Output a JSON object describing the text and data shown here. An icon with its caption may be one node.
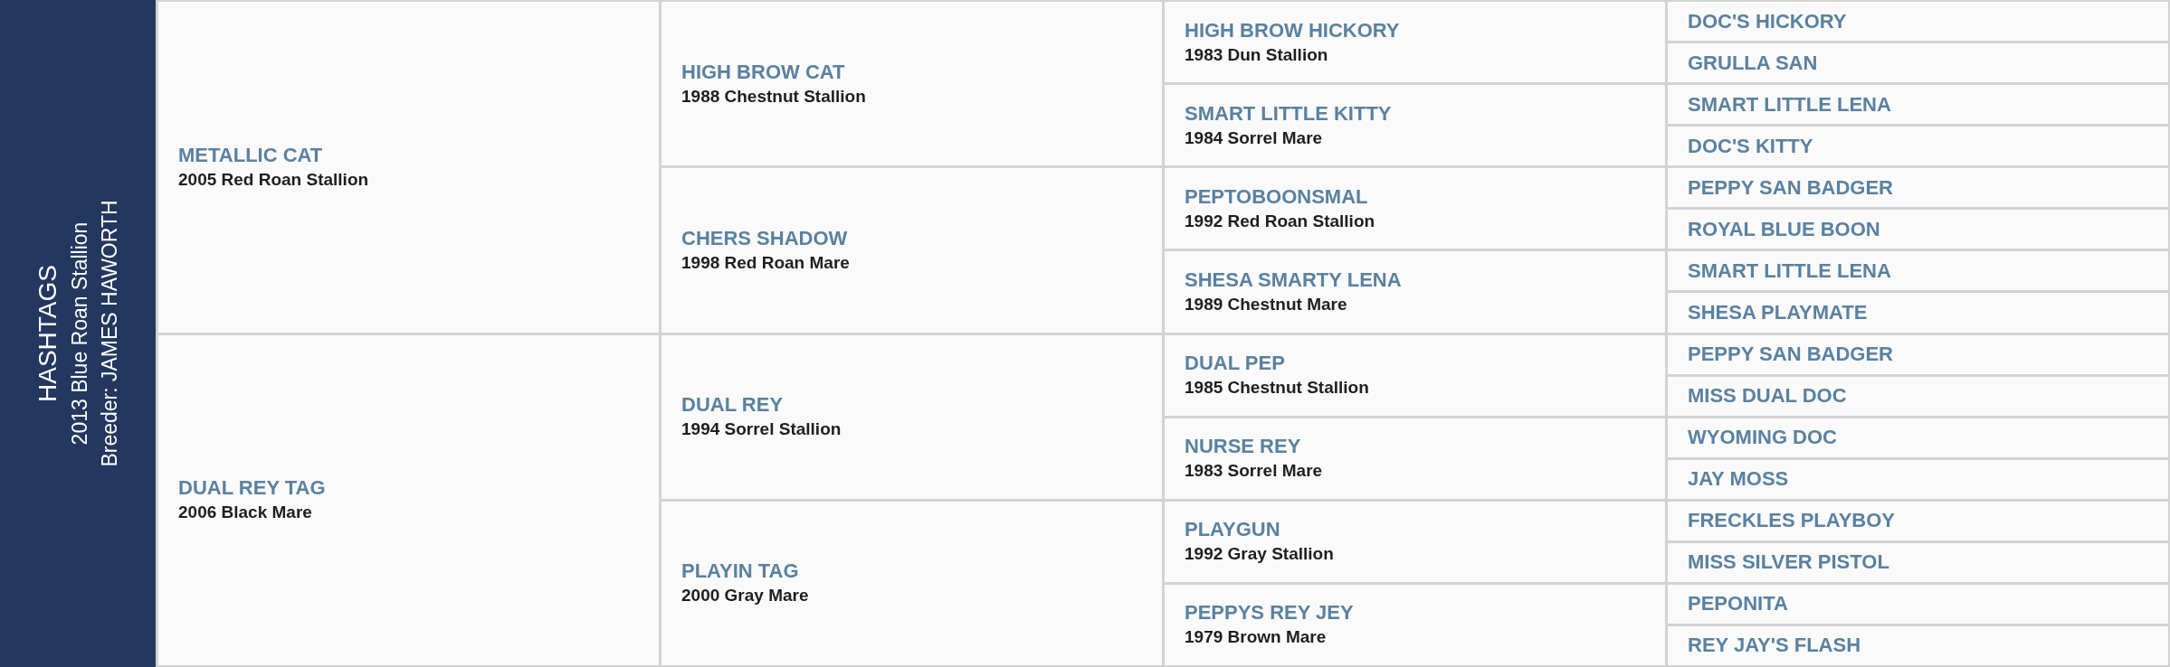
{
  "diagram": {
    "nodes": [
      {
        "text": [
          "HASHTAGS",
          "2013 Blue Roan Stallion",
          "Breeder: JAMES HAWORTH"
        ]
      },
      {
        "text": [
          "METALLIC CAT",
          "2005 Red Roan Stallion"
        ]
      },
      {
        "text": [
          "HIGH BROW CAT",
          "1988 Chestnut Stallion"
        ]
      },
      {
        "text": [
          "HIGH BROW HICKORY",
          "1983 Dun Stallion"
        ]
      },
      {
        "text": [
          "DOC'S HICKORY"
        ]
      },
      {
        "text": [
          "GRULLA SAN"
        ]
      },
      {
        "text": [
          "SMART LITTLE KITTY",
          "1984 Sorrel Mare"
        ]
      },
      {
        "text": [
          "SMART LITTLE LENA"
        ]
      },
      {
        "text": [
          "DOC'S KITTY"
        ]
      },
      {
        "text": [
          "CHERS SHADOW",
          "1998 Red Roan Mare"
        ]
      },
      {
        "text": [
          "PEPTOBOONSMAL",
          "1992 Red Roan Stallion"
        ]
      },
      {
        "text": [
          "PEPPY SAN BADGER"
        ]
      },
      {
        "text": [
          "ROYAL BLUE BOON"
        ]
      },
      {
        "text": [
          "SHESA SMARTY LENA",
          "1989 Chestnut Mare"
        ]
      },
      {
        "text": [
          "SMART LITTLE LENA"
        ]
      },
      {
        "text": [
          "SHESA PLAYMATE"
        ]
      },
      {
        "text": [
          "DUAL REY TAG",
          "2006 Black Mare"
        ]
      },
      {
        "text": [
          "DUAL REY",
          "1994 Sorrel Stallion"
        ]
      },
      {
        "text": [
          "DUAL PEP",
          "1985 Chestnut Stallion"
        ]
      },
      {
        "text": [
          "PEPPY SAN BADGER"
        ]
      },
      {
        "text": [
          "MISS DUAL DOC"
        ]
      },
      {
        "text": [
          "NURSE REY",
          "1983 Sorrel Mare"
        ]
      },
      {
        "text": [
          "WYOMING DOC"
        ]
      },
      {
        "text": [
          "JAY MOSS"
        ]
      },
      {
        "text": [
          "PLAYIN TAG",
          "2000 Gray Mare"
        ]
      },
      {
        "text": [
          "PLAYGUN",
          "1992 Gray Stallion"
        ]
      },
      {
        "text": [
          "FRECKLES PLAYBOY"
        ]
      },
      {
        "text": [
          "MISS SILVER PISTOL"
        ]
      },
      {
        "text": [
          "PEPPYS REY JEY",
          "1979 Brown Mare"
        ]
      },
      {
        "text": [
          "PEPONITA"
        ]
      },
      {
        "text": [
          "REY JAY'S FLASH"
        ]
      }
    ]
  }
}
